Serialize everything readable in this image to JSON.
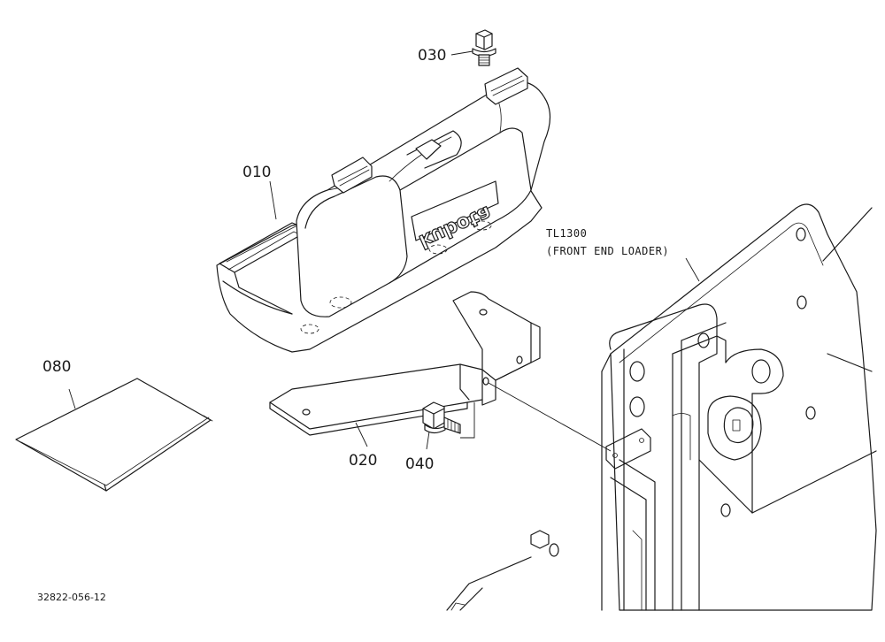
{
  "callouts": {
    "p010": "010",
    "p020": "020",
    "p030": "030",
    "p040": "040",
    "p080": "080"
  },
  "reference_note": {
    "line1": "TL1300",
    "line2": "(FRONT END LOADER)"
  },
  "logo_text": "kubota",
  "drawing_number": "32822-056-12"
}
